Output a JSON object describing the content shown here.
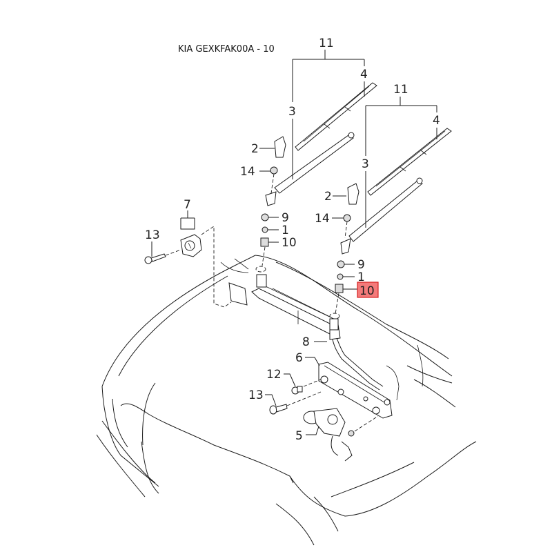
{
  "title": "KIA GEXKFAK00A - 10",
  "highlight_color": "#f47a7a",
  "highlight_border": "#d62020",
  "callouts": {
    "left_assembly": "11",
    "left_blade": "4",
    "left_arm": "3",
    "left_cap": "2",
    "left_nut14": "14",
    "left_nut9": "9",
    "left_washer1": "1",
    "left_bush10": "10",
    "right_assembly": "11",
    "right_blade": "4",
    "right_arm": "3",
    "right_cap": "2",
    "right_nut14": "14",
    "right_nut9": "9",
    "right_washer1": "1",
    "right_bush10": "10",
    "relay": "7",
    "relay_screw": "13",
    "linkage": "8",
    "bracket": "6",
    "bolt12": "12",
    "bolt13": "13",
    "motor": "5"
  },
  "highlighted_part": "10"
}
